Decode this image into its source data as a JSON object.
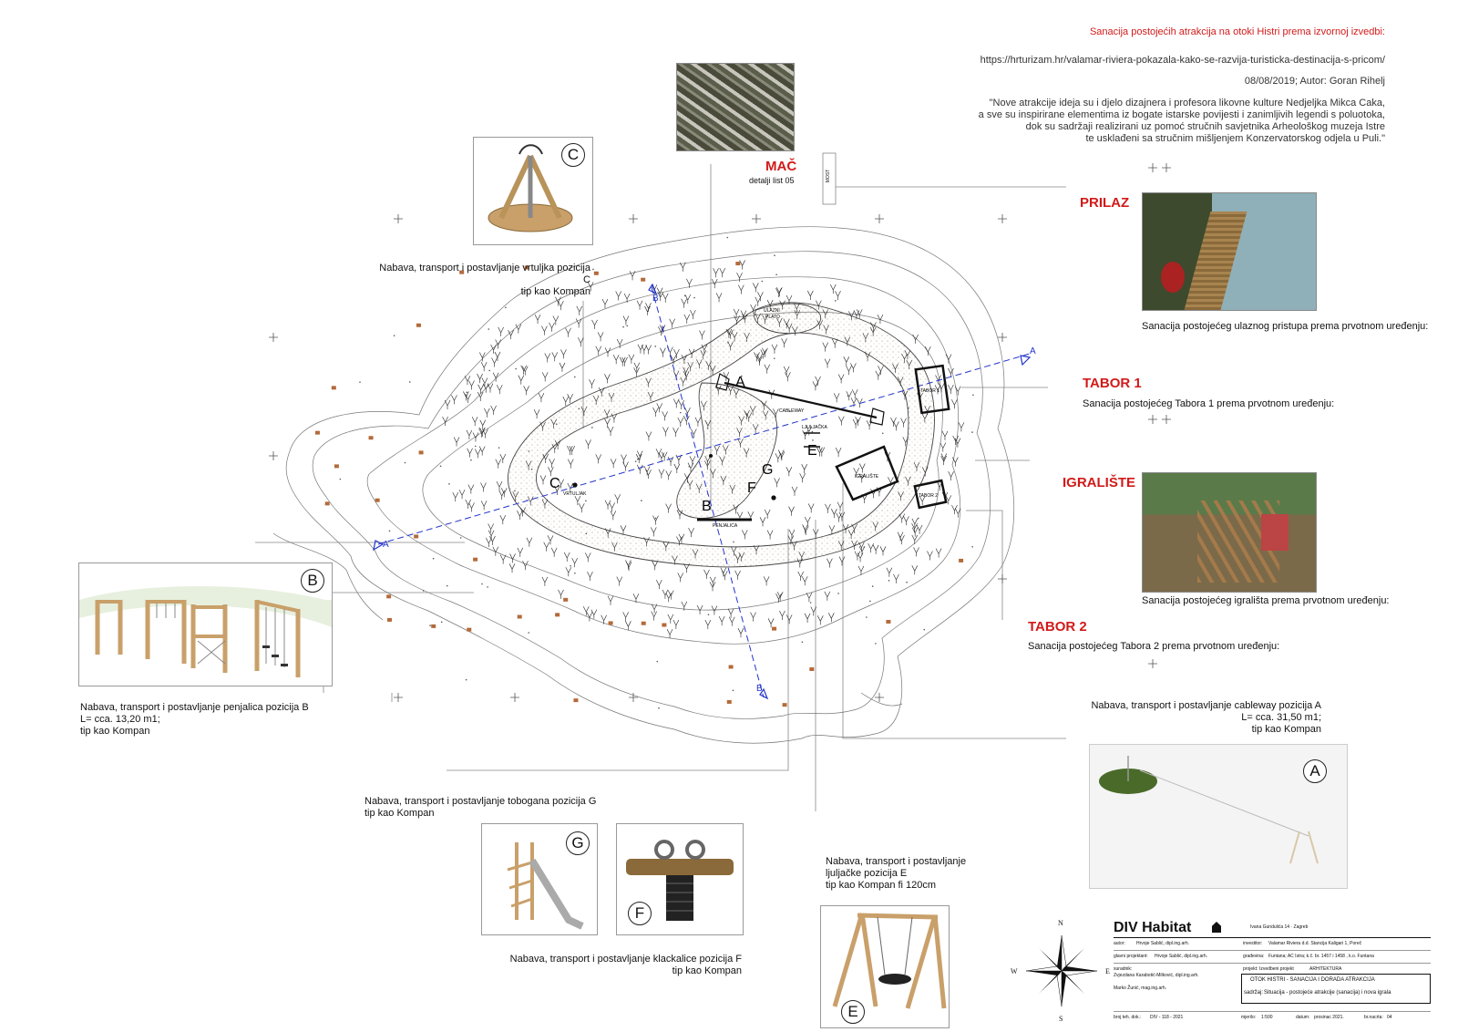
{
  "header": {
    "title": "Sanacija postojećih atrakcija na otoki Histri prema izvornoj izvedbi:",
    "url": "https://hrturizam.hr/valamar-riviera-pokazala-kako-se-razvija-turisticka-destinacija-s-pricom/",
    "date_author": "08/08/2019; Autor: Goran Rihelj",
    "quote": [
      "\"Nove atrakcije ideja su i djelo dizajnera i profesora likovne kulture Nedjeljka Mikca Caka,",
      "a sve su inspirirane elementima iz bogate istarske povijesti i zanimljivih legendi s poluotoka,",
      "dok su sadržaji realizirani uz pomoć stručnih savjetnika Arheološkog muzeja Istre",
      "te usklađeni sa stručnim mišljenjem Konzervatorskog odjela u Puli.\""
    ]
  },
  "mac": {
    "title": "MAČ",
    "sub": "detalji list 05"
  },
  "most": "MOST",
  "right_sections": [
    {
      "title": "PRILAZ",
      "caption": "Sanacija postojećeg ulaznog pristupa prema prvotnom uređenju:"
    },
    {
      "title": "TABOR 1",
      "caption": "Sanacija postojećeg Tabora 1 prema prvotnom uređenju:"
    },
    {
      "title": "IGRALIŠTE",
      "caption": "Sanacija postojećeg igrališta prema prvotnom uređenju:"
    },
    {
      "title": "TABOR 2",
      "caption": "Sanacija postojećeg Tabora 2 prema prvotnom uređenju:"
    }
  ],
  "items": {
    "c": {
      "letter": "C",
      "caption": [
        "Nabava, transport i postavljanje vrtuljka pozicija C",
        "tip kao Kompan"
      ]
    },
    "b": {
      "letter": "B",
      "caption": [
        "Nabava, transport i postavljanje penjalica pozicija B",
        "L= cca. 13,20 m1;",
        "tip kao Kompan"
      ]
    },
    "a": {
      "letter": "A",
      "caption": [
        "Nabava, transport i postavljanje cableway pozicija A",
        "L= cca. 31,50 m1;",
        "tip kao Kompan"
      ]
    },
    "g": {
      "letter": "G",
      "caption": [
        "Nabava, transport i postavljanje tobogana pozicija G",
        "tip kao Kompan"
      ]
    },
    "f": {
      "letter": "F",
      "caption": [
        "Nabava, transport i postavljanje klackalice pozicija F",
        "tip kao Kompan"
      ]
    },
    "e": {
      "letter": "E",
      "caption": [
        "Nabava, transport i postavljanje",
        "ljuljačke pozicija E",
        "tip kao Kompan fi 120cm"
      ]
    }
  },
  "map_labels": {
    "ulazni": [
      "ULAZNI",
      "PLATO"
    ],
    "cableway": "CABLEWAY",
    "igraliste": "IGRALIŠTE",
    "tabor1": "TABOR 1",
    "tabor2": "TABOR 2",
    "vrtuljak": "VRTULJAK",
    "penjalica": "PENJALICA",
    "ljuljacka": "LJULJAČKA",
    "letters": {
      "A": "A",
      "B": "B",
      "C": "C",
      "E": "E",
      "F": "F",
      "G": "G"
    },
    "sections": {
      "a": "A",
      "b": "B"
    }
  },
  "compass": {
    "n": "N",
    "s": "S",
    "e": "E",
    "w": "W"
  },
  "title_block": {
    "brand": "DIV Habitat",
    "address": "Ivana Gundulića 14 · Zagreb",
    "autor_label": "autor:",
    "autor": "Hrvoje Sablić, dipl.ing.arh.",
    "glavni_label": "glavni projektant:",
    "glavni": "Hrvoje Sablić, dipl.ing.arh.",
    "suradnik_label": "suradnik:",
    "suradnik1": "Zvjezdana Karabotić-Milković, dipl.ing.arh.",
    "suradnik2": "Marko Žunić, mag.ing.arh.",
    "investitor_label": "investitor:",
    "investitor": "Valamar Riviera d.d. Stancija Kaligari 1, Poreč",
    "gradevina_label": "građevina:",
    "gradevina": "Funtana; AC Istra; k.č. br. 1457 i 1458 , k.o. Funtana",
    "projekt_label": "projekt:",
    "projekt": "Izvedbeni projekt",
    "struka": "ARHITEKTURA",
    "naziv": "OTOK HISTRI - SANACIJA I DORADA ATRAKCIJA",
    "sadrzaj_label": "sadržaj:",
    "sadrzaj": "Situacija - postojeće atrakcije (sanacija) i nova igrala",
    "broj_label": "broj teh. dok.:",
    "broj": "DIV - 118 - 2021",
    "mjerilo_label": "mjerilo:",
    "mjerilo": "1:500",
    "datum_label": "datum:",
    "datum": "prosinac 2021.",
    "nacrt_label": "br.nacrta:",
    "nacrt": "04"
  }
}
